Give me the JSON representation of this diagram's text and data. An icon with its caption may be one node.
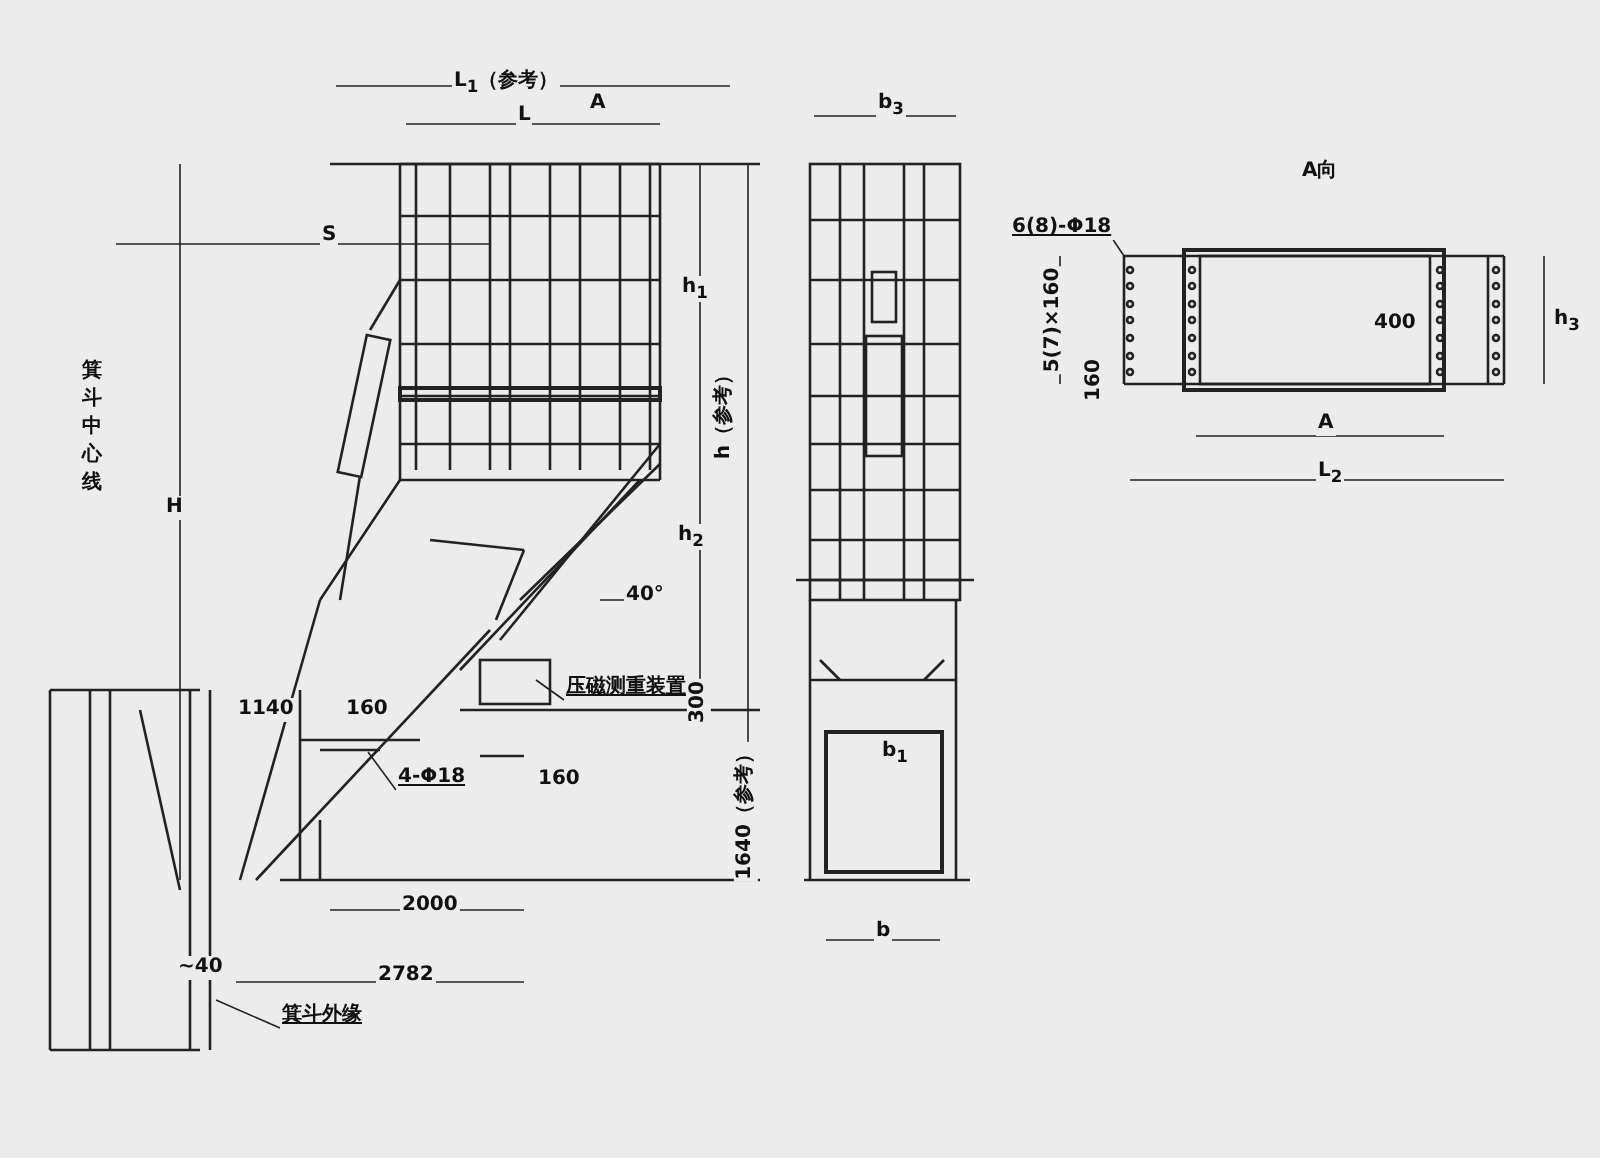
{
  "diagram": {
    "nodes": [
      {
        "text": [
          "压磁测重装置"
        ]
      },
      {
        "text": [
          "箕斗外缘"
        ]
      },
      {
        "text": [
          "6(8)-Φ18"
        ]
      },
      {
        "text": [
          "4-Φ18"
        ]
      }
    ],
    "edges": [
      {
        "from": 0,
        "to": null,
        "arrow": "none"
      },
      {
        "from": 1,
        "to": null,
        "arrow": "none"
      },
      {
        "from": 2,
        "to": null,
        "arrow": "none"
      },
      {
        "from": 3,
        "to": null,
        "arrow": "none"
      }
    ],
    "labels": [
      "L$_{1}$（参考）",
      "L",
      "A",
      "b$_{3}$",
      "A向",
      "S",
      "h$_{1}$",
      "箕斗中心线",
      "H",
      "h（参考）",
      "h$_{2}$",
      "5(7)×160",
      "160",
      "400",
      "h$_{3}$",
      "A",
      "L$_{2}$",
      "40°",
      "300",
      "1140",
      "160",
      "160",
      "1640（参考）",
      "b$_{1}$",
      "2000",
      "~40",
      "2782",
      "b"
    ]
  }
}
